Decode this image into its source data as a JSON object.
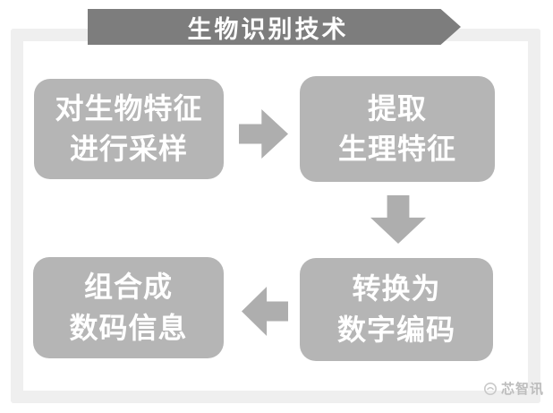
{
  "title": {
    "label": "生物识别技术"
  },
  "steps": [
    {
      "id": "step-sample",
      "lines": [
        "对生物特征",
        "进行采样"
      ]
    },
    {
      "id": "step-extract",
      "lines": [
        "提取",
        "生理特征"
      ]
    },
    {
      "id": "step-convert",
      "lines": [
        "转换为",
        "数字编码"
      ]
    },
    {
      "id": "step-combine",
      "lines": [
        "组合成",
        "数码信息"
      ]
    }
  ],
  "flow": [
    "step-sample -> step-extract",
    "step-extract -> step-convert",
    "step-convert -> step-combine"
  ],
  "watermark": {
    "label": "芯智讯"
  },
  "colors": {
    "banner": "#7d7d7d",
    "box": "#b5b5b5",
    "arrow": "#aeaeae",
    "frame": "#efefef",
    "box_text": "#ffffff",
    "watermark": "#bdbdbd"
  }
}
